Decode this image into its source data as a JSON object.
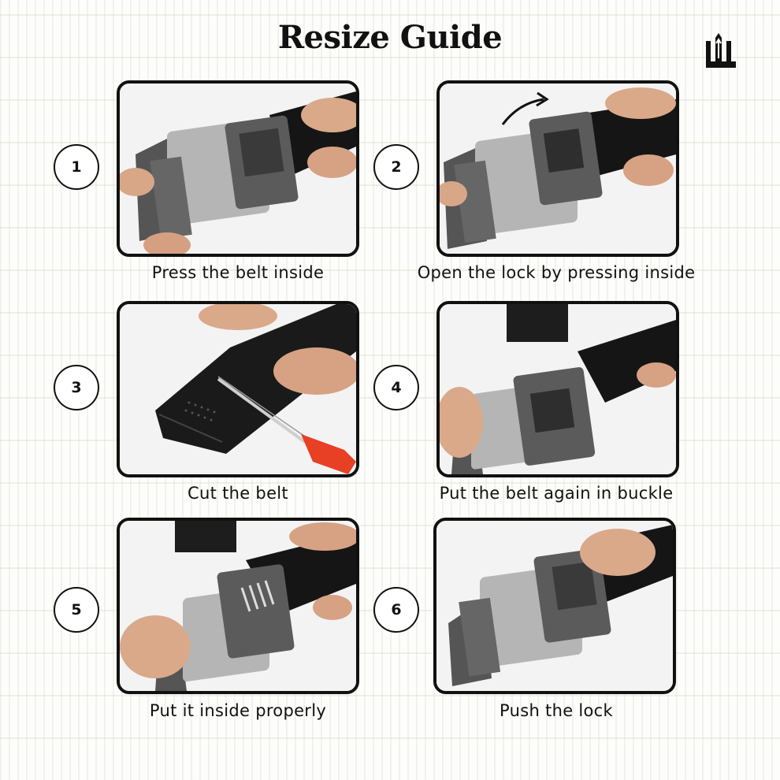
{
  "title": "Resize Guide",
  "logo_icon": "brand-monogram-icon",
  "accent_color": "#111111",
  "steps": [
    {
      "number": "1",
      "caption": "Press the belt inside"
    },
    {
      "number": "2",
      "caption": "Open the lock by pressing inside"
    },
    {
      "number": "3",
      "caption": "Cut the belt"
    },
    {
      "number": "4",
      "caption": "Put the belt again in buckle"
    },
    {
      "number": "5",
      "caption": "Put it inside properly"
    },
    {
      "number": "6",
      "caption": "Push the lock"
    }
  ]
}
